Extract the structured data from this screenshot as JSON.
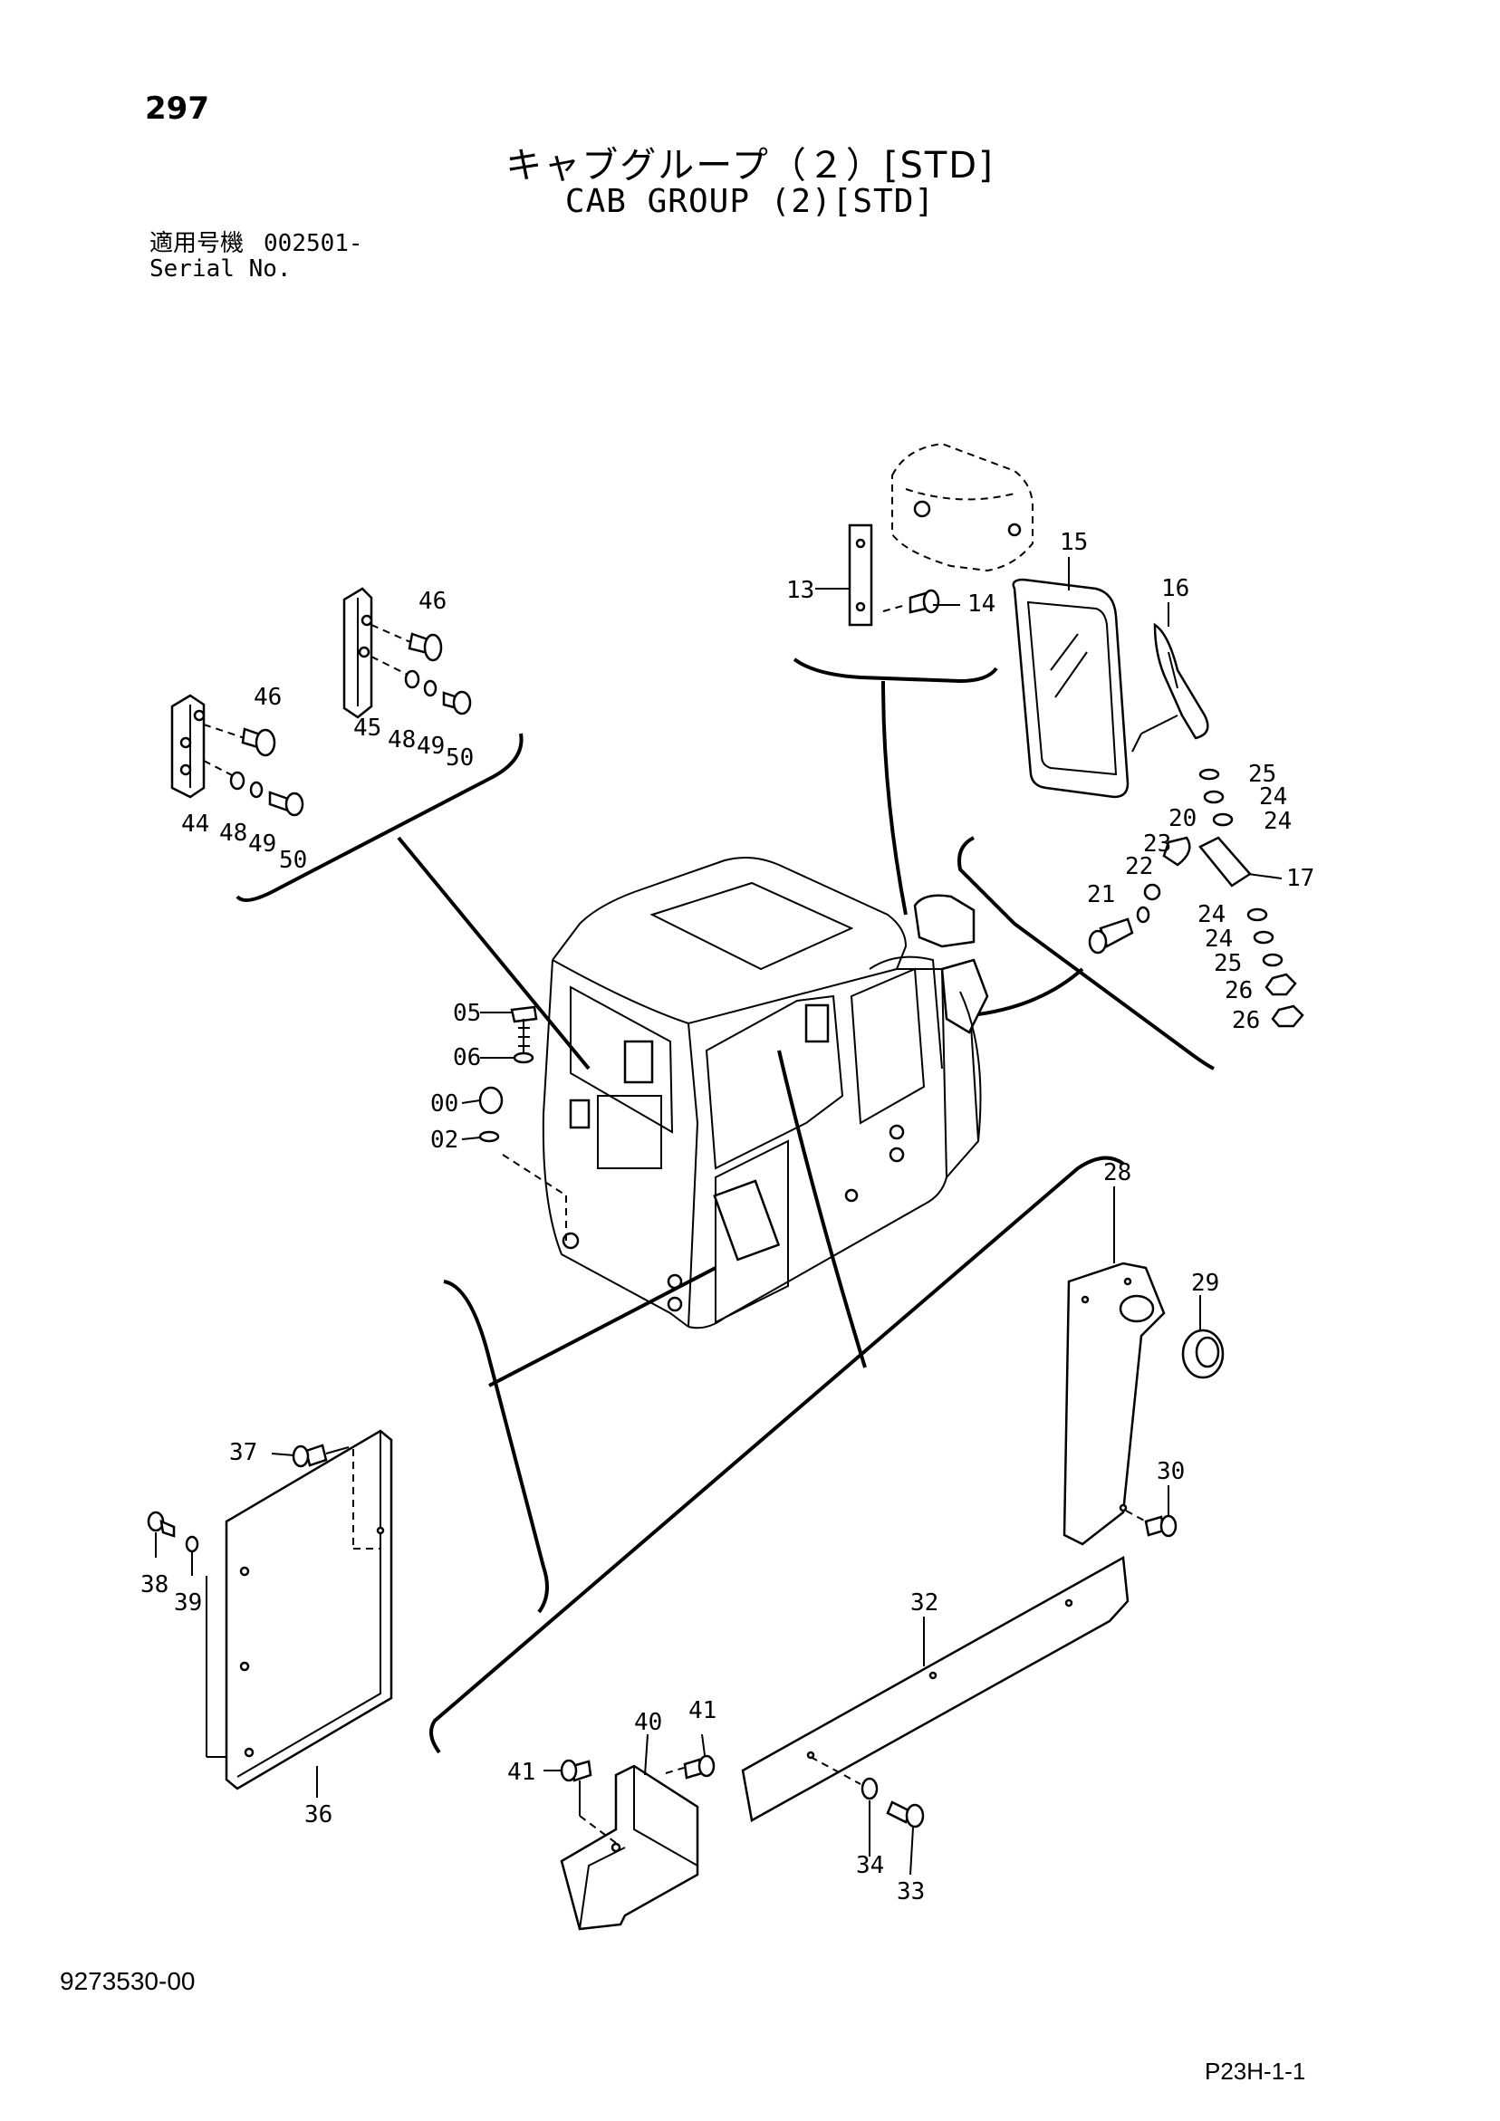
{
  "page_number": "297",
  "title_jp": "キャブグループ（２）[STD]",
  "title_en": "CAB GROUP (2)[STD]",
  "serial": {
    "label_jp": "適用号機",
    "value": "002501-",
    "label_en": "Serial No."
  },
  "callouts": {
    "c13": "13",
    "c14": "14",
    "c15": "15",
    "c16": "16",
    "c17": "17",
    "c20": "20",
    "c21": "21",
    "c22": "22",
    "c23": "23",
    "c24a": "24",
    "c24b": "24",
    "c24c": "24",
    "c24d": "24",
    "c25a": "25",
    "c25b": "25",
    "c26a": "26",
    "c26b": "26",
    "c28": "28",
    "c29": "29",
    "c30": "30",
    "c32": "32",
    "c33": "33",
    "c34": "34",
    "c36": "36",
    "c37": "37",
    "c38": "38",
    "c39": "39",
    "c40": "40",
    "c41a": "41",
    "c41b": "41",
    "c44": "44",
    "c45": "45",
    "c46a": "46",
    "c46b": "46",
    "c48a": "48",
    "c48b": "48",
    "c49a": "49",
    "c49b": "49",
    "c50a": "50",
    "c50b": "50",
    "c05": "05",
    "c06": "06",
    "c00": "00",
    "c02": "02"
  },
  "doc_number": "9273530-00",
  "page_ref": "P23H-1-1"
}
